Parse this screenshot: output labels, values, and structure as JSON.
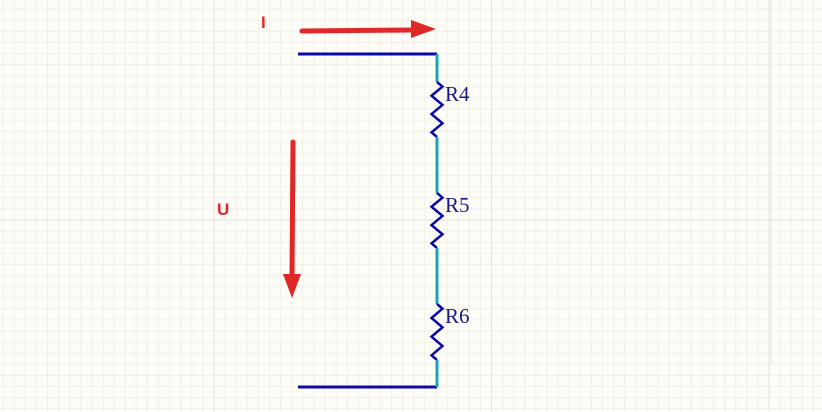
{
  "colors": {
    "background": "#fdfcf7",
    "grid_minor": "#f1efe6",
    "grid_major": "#e3e1d8",
    "wire": "#0a0aa8",
    "resistor": "#0a0aa8",
    "pin": "#1ba3b8",
    "arrow": "#e02828",
    "ref_text": "#1a1a80",
    "symbol_text": "#e02828"
  },
  "labels": {
    "current": "I",
    "voltage": "U"
  },
  "components": [
    {
      "ref": "R4",
      "type": "resistor"
    },
    {
      "ref": "R5",
      "type": "resistor"
    },
    {
      "ref": "R6",
      "type": "resistor"
    }
  ],
  "arrows": [
    {
      "name": "current-arrow",
      "direction": "right"
    },
    {
      "name": "voltage-arrow",
      "direction": "down"
    }
  ]
}
